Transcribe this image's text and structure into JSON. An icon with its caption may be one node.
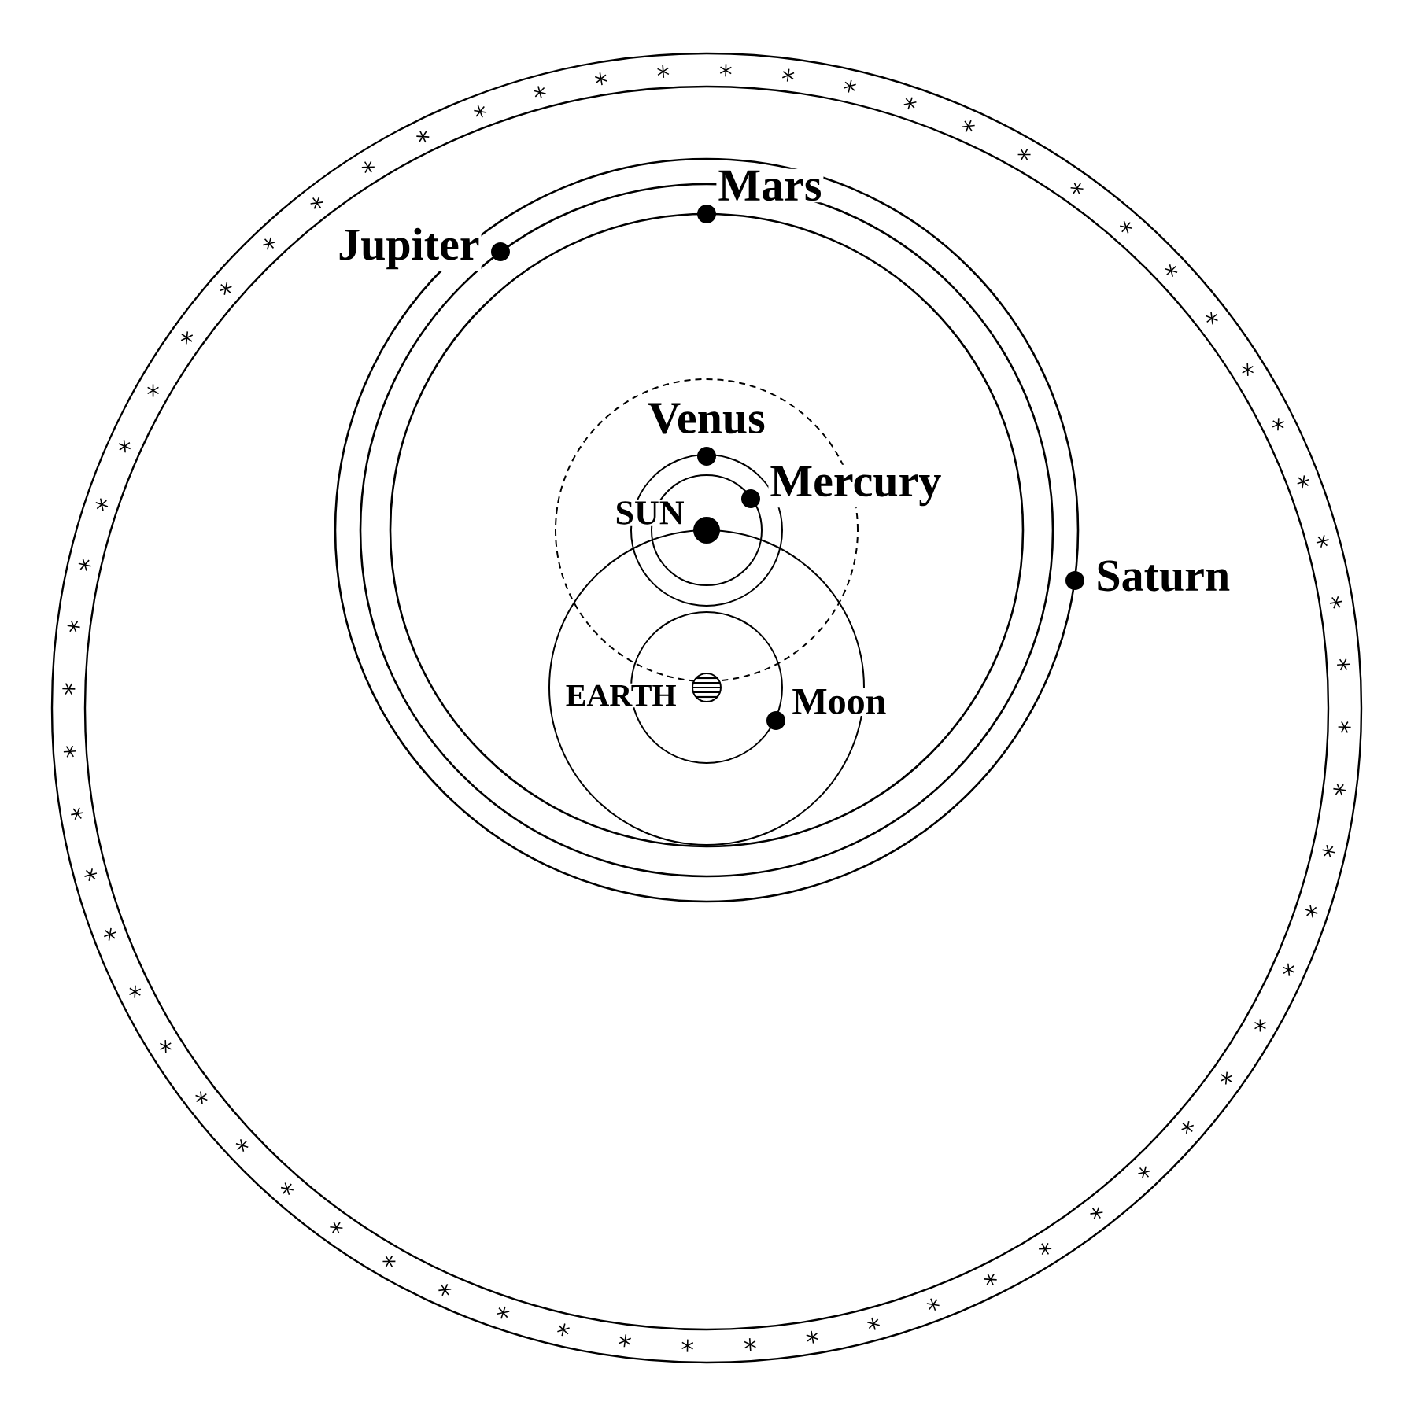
{
  "diagram": {
    "labels": [
      "Mars",
      "Jupiter",
      "Venus",
      "Mercury",
      "SUN",
      "Saturn",
      "EARTH",
      "Moon"
    ]
  }
}
